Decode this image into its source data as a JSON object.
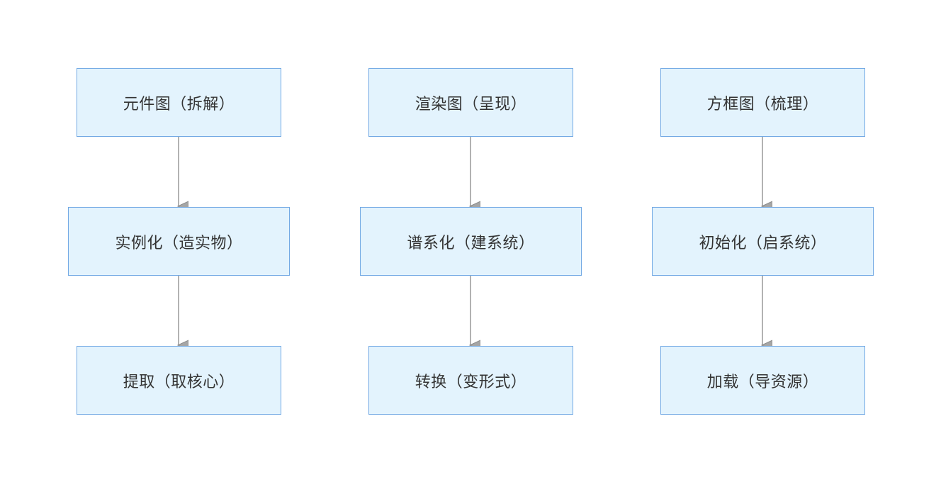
{
  "columns": [
    {
      "nodes": [
        {
          "label": "元件图（拆解）"
        },
        {
          "label": "实例化（造实物）"
        },
        {
          "label": "提取（取核心）"
        }
      ]
    },
    {
      "nodes": [
        {
          "label": "渲染图（呈现）"
        },
        {
          "label": "谱系化（建系统）"
        },
        {
          "label": "转换（变形式）"
        }
      ]
    },
    {
      "nodes": [
        {
          "label": "方框图（梳理）"
        },
        {
          "label": "初始化（启系统）"
        },
        {
          "label": "加载（导资源）"
        }
      ]
    }
  ],
  "colors": {
    "node_fill": "#e3f3fd",
    "node_border": "#72a9e4",
    "edge": "#999999",
    "text": "#333333"
  }
}
